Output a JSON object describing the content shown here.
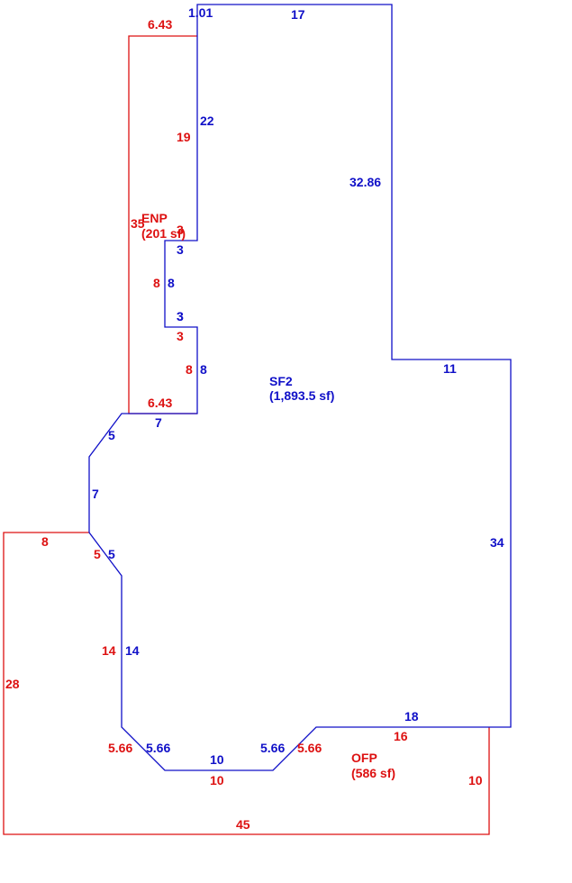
{
  "colors": {
    "main": "#1010c8",
    "addition": "#dd1111",
    "background": "#ffffff"
  },
  "areas": {
    "sf2": {
      "name": "SF2",
      "area": "(1,893.5 sf)"
    },
    "enp": {
      "name": "ENP",
      "area": "(201 sf)"
    },
    "ofp": {
      "name": "OFP",
      "area": "(586 sf)"
    }
  },
  "sf2_dimensions": [
    "1.01",
    "17",
    "22",
    "32.86",
    "3",
    "3",
    "8",
    "3",
    "8",
    "11",
    "7",
    "5",
    "7",
    "5",
    "34",
    "14",
    "18",
    "5.66",
    "10",
    "5.66"
  ],
  "enp_dimensions": [
    "6.43",
    "19",
    "35",
    "3",
    "8",
    "3",
    "8",
    "6.43"
  ],
  "ofp_dimensions": [
    "8",
    "5",
    "28",
    "14",
    "5.66",
    "10",
    "5.66",
    "16",
    "10",
    "45"
  ]
}
